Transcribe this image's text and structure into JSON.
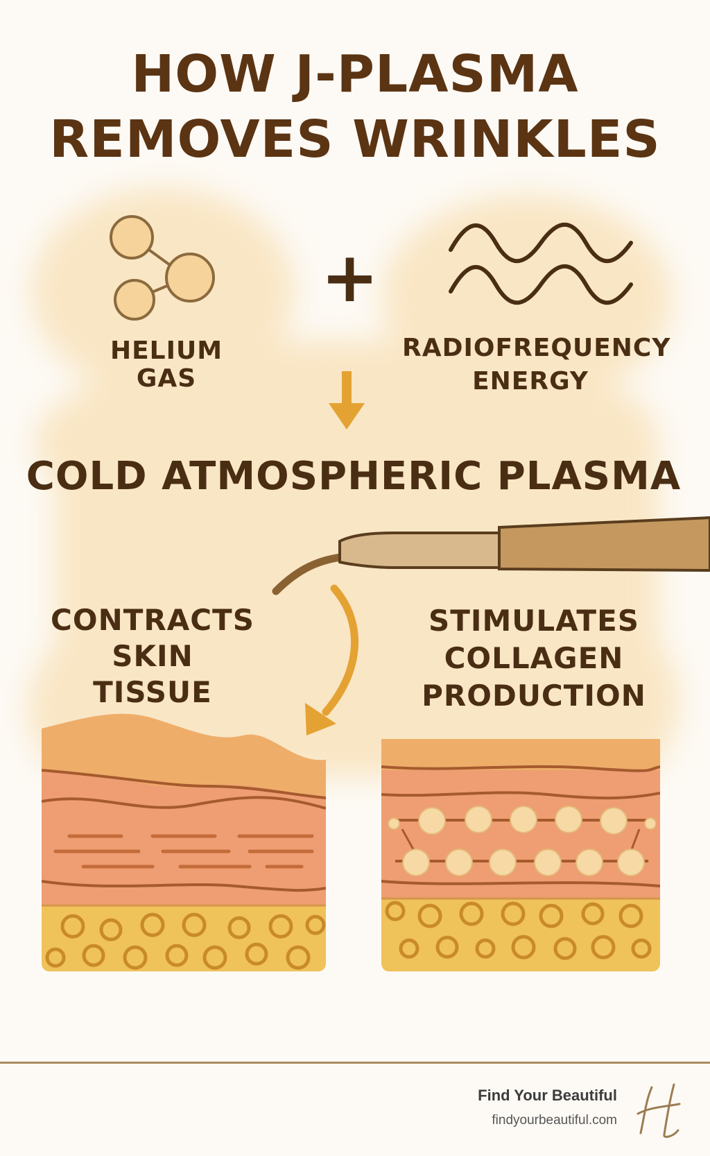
{
  "title": {
    "line1": "HOW J-PLASMA",
    "line2": "REMOVES WRINKLES"
  },
  "inputs": {
    "helium_label": "HELIUM GAS",
    "rf_label_line1": "RADIOFREQUENCY",
    "rf_label_line2": "ENERGY",
    "plus_symbol": "+"
  },
  "result": {
    "label": "COLD ATMOSPHERIC PLASMA"
  },
  "effects": {
    "left_line1": "CONTRACTS",
    "left_line2": "SKIN TISSUE",
    "right_line1": "STIMULATES",
    "right_line2": "COLLAGEN",
    "right_line3": "PRODUCTION"
  },
  "footer": {
    "brand_name": "Find Your Beautiful",
    "brand_url": "findyourbeautiful.com",
    "logo_letter": "H"
  },
  "colors": {
    "title": "#5b3413",
    "glow": "#f9e6c4",
    "arrow": "#e4a233",
    "epidermis": "#eeae6a",
    "dermis": "#ee9e72",
    "fat": "#f0c25a",
    "collagen": "#f6d9a4"
  },
  "icons": [
    "helium-molecule-icon",
    "radio-wave-icon",
    "plasma-wand-icon",
    "arrow-down-icon",
    "curved-arrow-icon",
    "brand-logo-icon"
  ]
}
